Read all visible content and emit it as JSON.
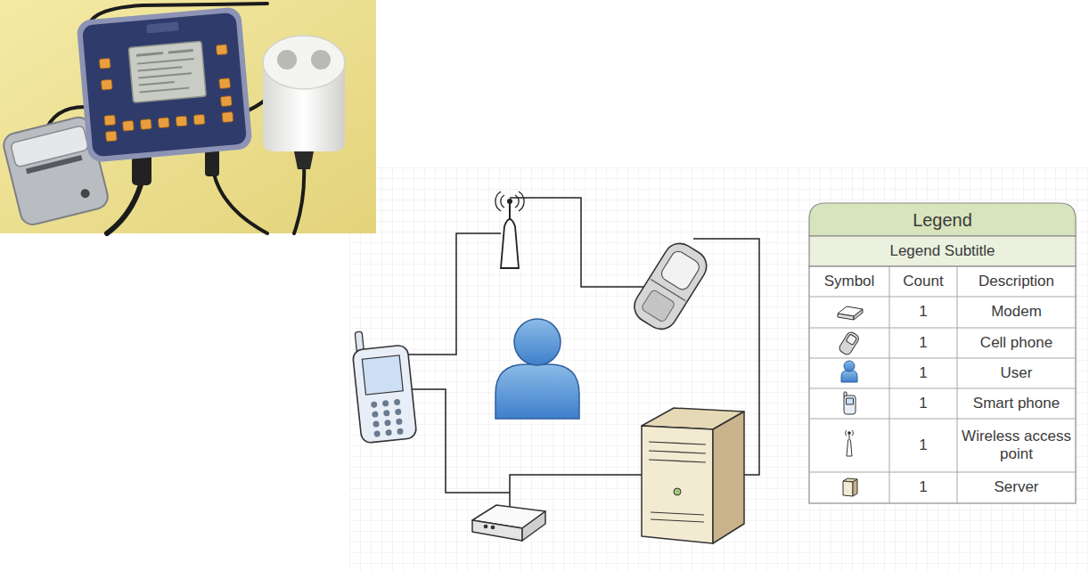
{
  "diagram": {
    "labels": [
      "Legend",
      "Legend Subtitle",
      "Symbol",
      "Count",
      "Description",
      "1",
      "1",
      "1",
      "1",
      "1",
      "1"
    ],
    "legend": [
      {
        "text": "Modem"
      },
      {
        "text": "Cell phone"
      },
      {
        "text": "User"
      },
      {
        "text": "Smart phone"
      },
      {
        "text": "Wireless access point"
      },
      {
        "text": "Server"
      }
    ]
  }
}
